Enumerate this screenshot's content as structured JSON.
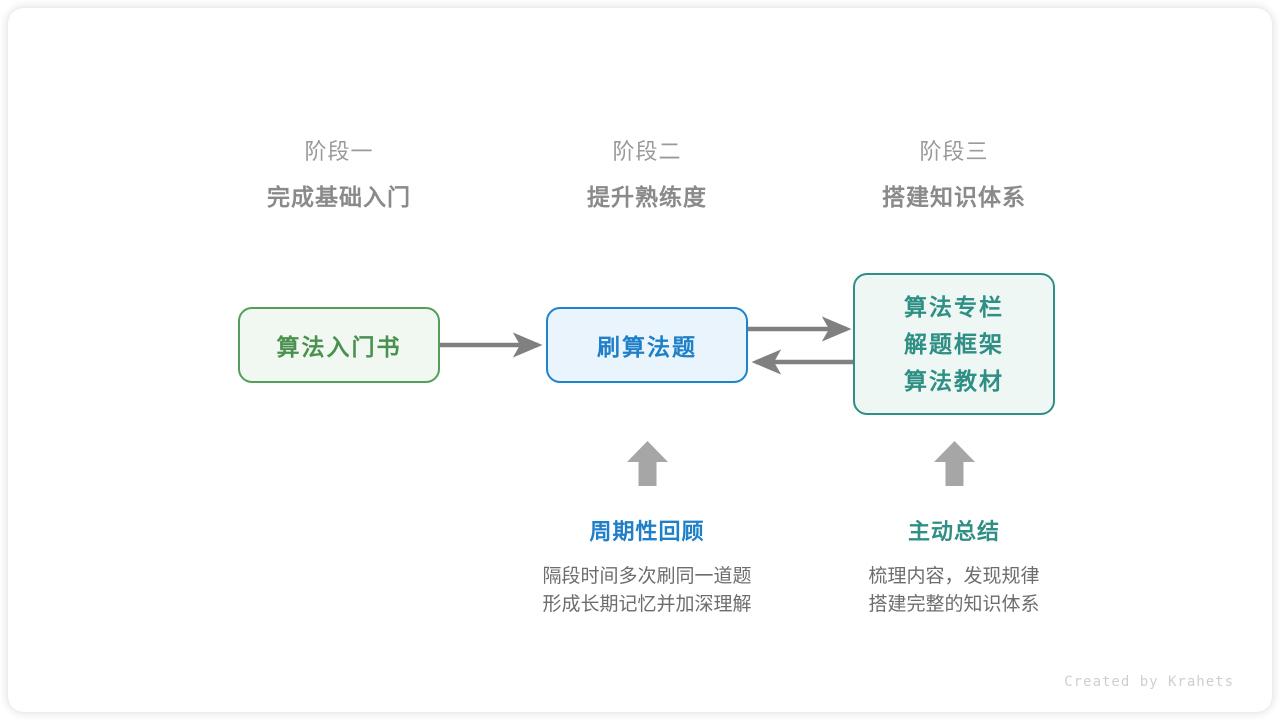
{
  "canvas": {
    "background": "#ffffff",
    "credit": "Created by Krahets"
  },
  "colors": {
    "green": "#4a9150",
    "green_border": "#549e5a",
    "green_fill": "#f1f8f1",
    "blue": "#1f7fc8",
    "blue_border": "#1f83cd",
    "blue_fill": "#e9f4fc",
    "teal": "#2f8f85",
    "teal_fill": "#eef7f4",
    "arrow_gray": "#808080",
    "block_arrow_gray": "#a6a6a6",
    "stage_num_gray": "#9a9a9a",
    "stage_title_gray": "#8a8a8a",
    "body_gray": "#6d6d6d",
    "credit_gray": "#cfcfcf"
  },
  "stages": [
    {
      "num": "阶段一",
      "title": "完成基础入门"
    },
    {
      "num": "阶段二",
      "title": "提升熟练度"
    },
    {
      "num": "阶段三",
      "title": "搭建知识体系"
    }
  ],
  "nodes": {
    "book": {
      "label": "算法入门书"
    },
    "practice": {
      "label": "刷算法题"
    },
    "knowledge": {
      "lines": [
        "算法专栏",
        "解题框架",
        "算法教材"
      ]
    }
  },
  "arrows": [
    {
      "name": "book-to-practice",
      "direction": "right"
    },
    {
      "name": "practice-to-knowledge",
      "direction": "right"
    },
    {
      "name": "knowledge-to-practice",
      "direction": "left"
    },
    {
      "name": "review-up",
      "direction": "up"
    },
    {
      "name": "summary-up",
      "direction": "up"
    }
  ],
  "notes": [
    {
      "title": "周期性回顾",
      "line1": "隔段时间多次刷同一道题",
      "line2": "形成长期记忆并加深理解"
    },
    {
      "title": "主动总结",
      "line1": "梳理内容，发现规律",
      "line2": "搭建完整的知识体系"
    }
  ]
}
